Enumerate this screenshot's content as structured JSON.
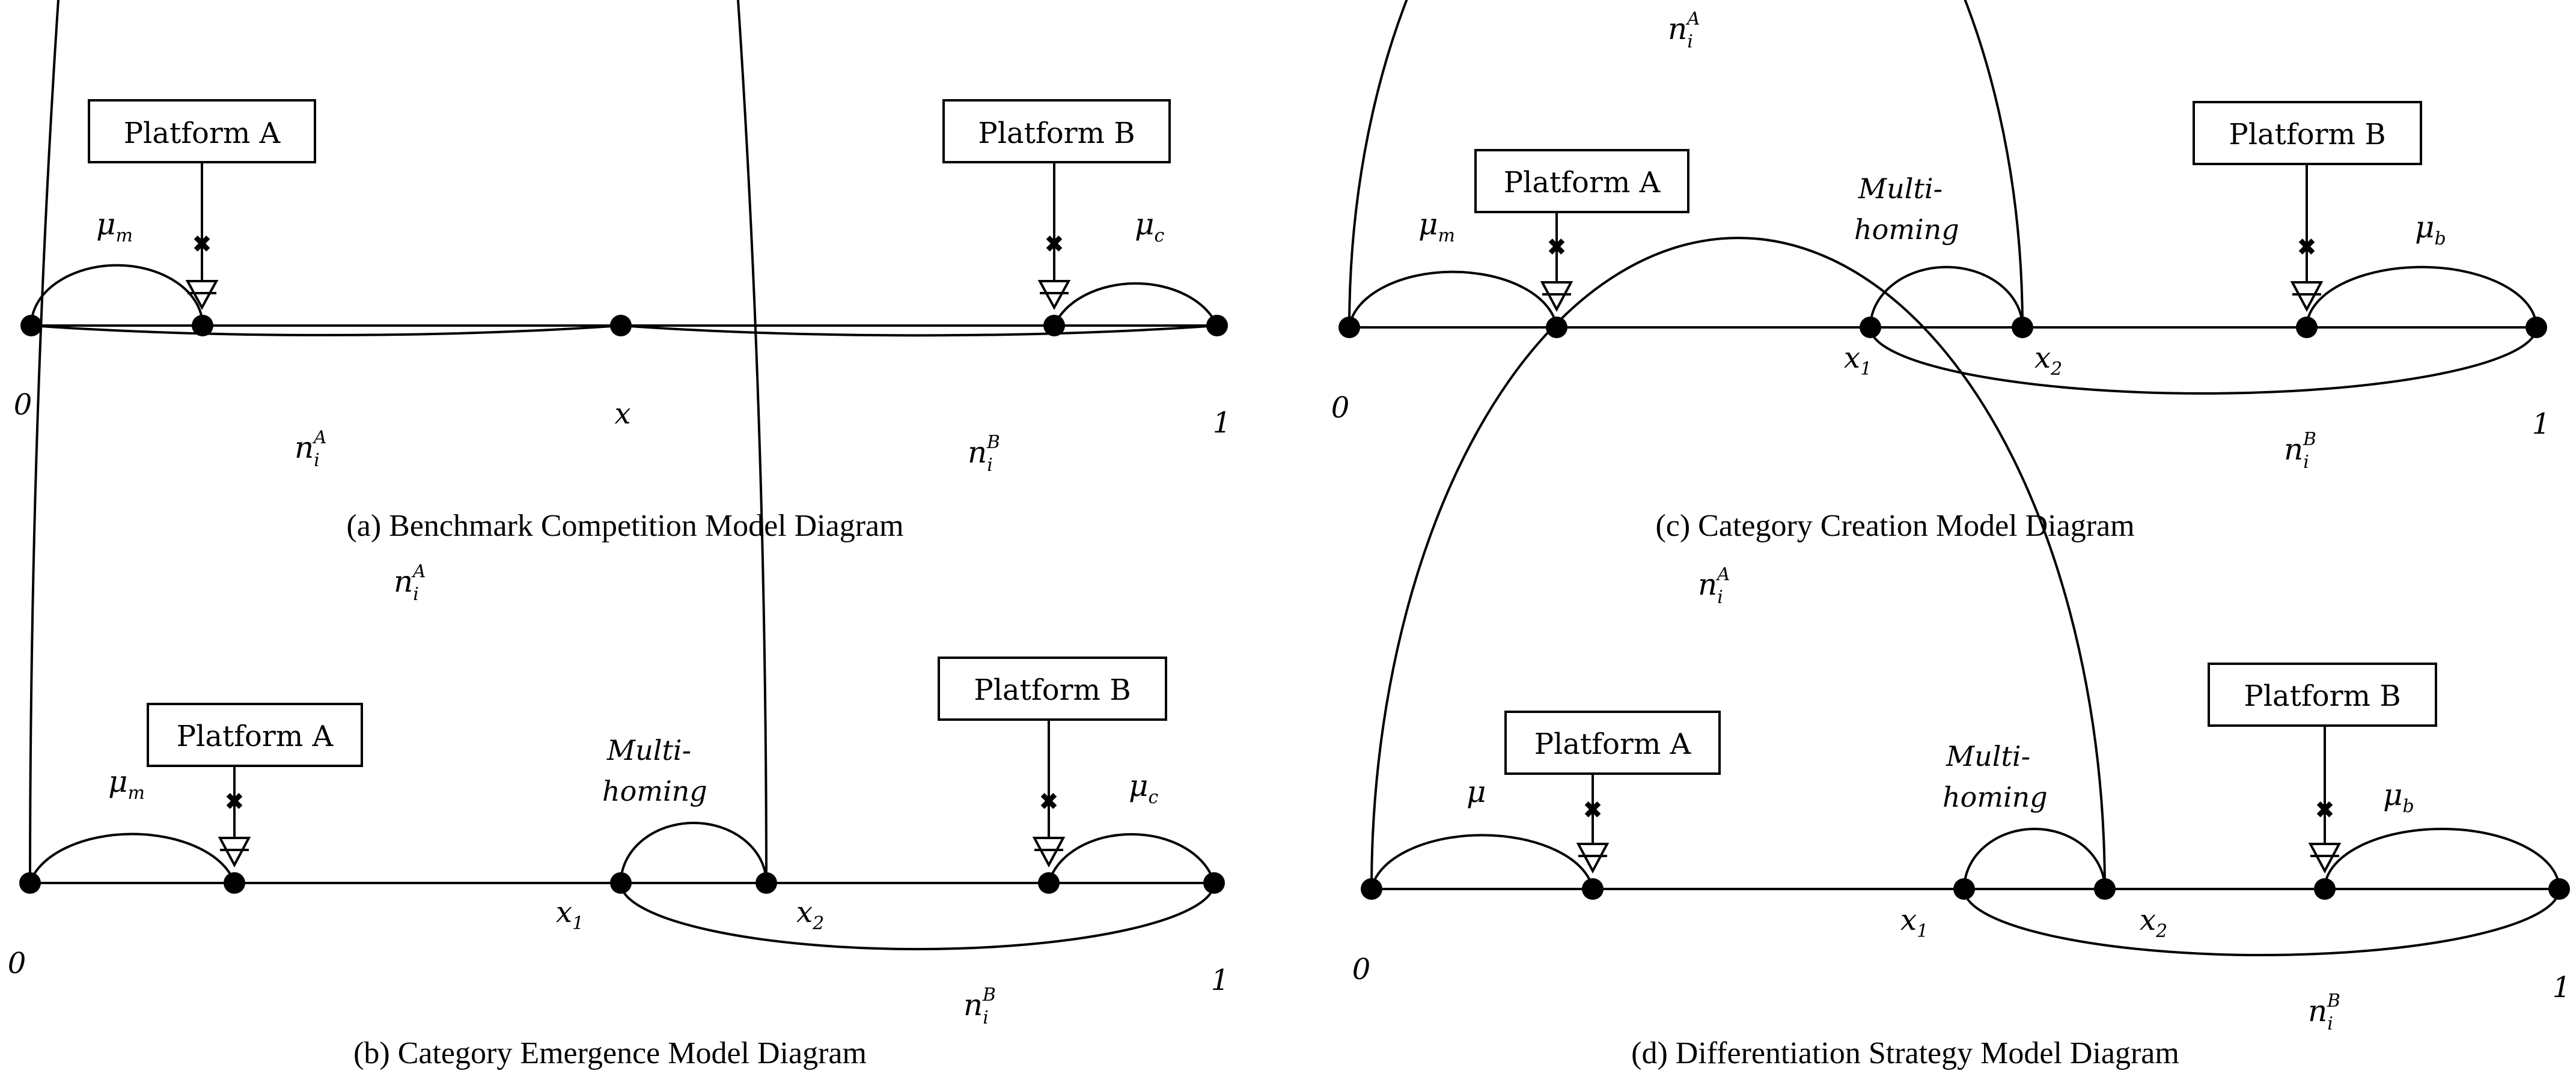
{
  "panels": {
    "a": {
      "caption": "(a) Benchmark Competition Model Diagram",
      "platform_a": "Platform A",
      "platform_b": "Platform B",
      "label_0": "0",
      "label_1": "1",
      "label_x": "x",
      "mu_left": {
        "base": "μ",
        "sub": "m"
      },
      "mu_right": {
        "base": "μ",
        "sub": "c"
      },
      "n_a": {
        "base": "n",
        "sub": "i",
        "sup": "A"
      },
      "n_b": {
        "base": "n",
        "sub": "i",
        "sup": "B"
      }
    },
    "b": {
      "caption": "(b) Category Emergence Model Diagram",
      "platform_a": "Platform A",
      "platform_b": "Platform B",
      "label_0": "0",
      "label_1": "1",
      "x1": {
        "base": "x",
        "sub": "1"
      },
      "x2": {
        "base": "x",
        "sub": "2"
      },
      "multi_1": "Multi-",
      "multi_2": "homing",
      "mu_left": {
        "base": "μ",
        "sub": "m"
      },
      "mu_right": {
        "base": "μ",
        "sub": "c"
      },
      "n_a": {
        "base": "n",
        "sub": "i",
        "sup": "A"
      },
      "n_b": {
        "base": "n",
        "sub": "i",
        "sup": "B"
      }
    },
    "c": {
      "caption": "(c) Category Creation Model Diagram",
      "platform_a": "Platform A",
      "platform_b": "Platform B",
      "label_0": "0",
      "label_1": "1",
      "x1": {
        "base": "x",
        "sub": "1"
      },
      "x2": {
        "base": "x",
        "sub": "2"
      },
      "multi_1": "Multi-",
      "multi_2": "homing",
      "mu_left": {
        "base": "μ",
        "sub": "m"
      },
      "mu_right": {
        "base": "μ",
        "sub": "b"
      },
      "n_a": {
        "base": "n",
        "sub": "i",
        "sup": "A"
      },
      "n_b": {
        "base": "n",
        "sub": "i",
        "sup": "B"
      }
    },
    "d": {
      "caption": "(d) Differentiation Strategy Model Diagram",
      "platform_a": "Platform A",
      "platform_b": "Platform B",
      "label_0": "0",
      "label_1": "1",
      "x1": {
        "base": "x",
        "sub": "1"
      },
      "x2": {
        "base": "x",
        "sub": "2"
      },
      "multi_1": "Multi-",
      "multi_2": "homing",
      "mu_left": {
        "base": "μ",
        "sub": ""
      },
      "mu_right": {
        "base": "μ",
        "sub": "b"
      },
      "n_a": {
        "base": "n",
        "sub": "i",
        "sup": "A"
      },
      "n_b": {
        "base": "n",
        "sub": "i",
        "sup": "B"
      }
    }
  }
}
